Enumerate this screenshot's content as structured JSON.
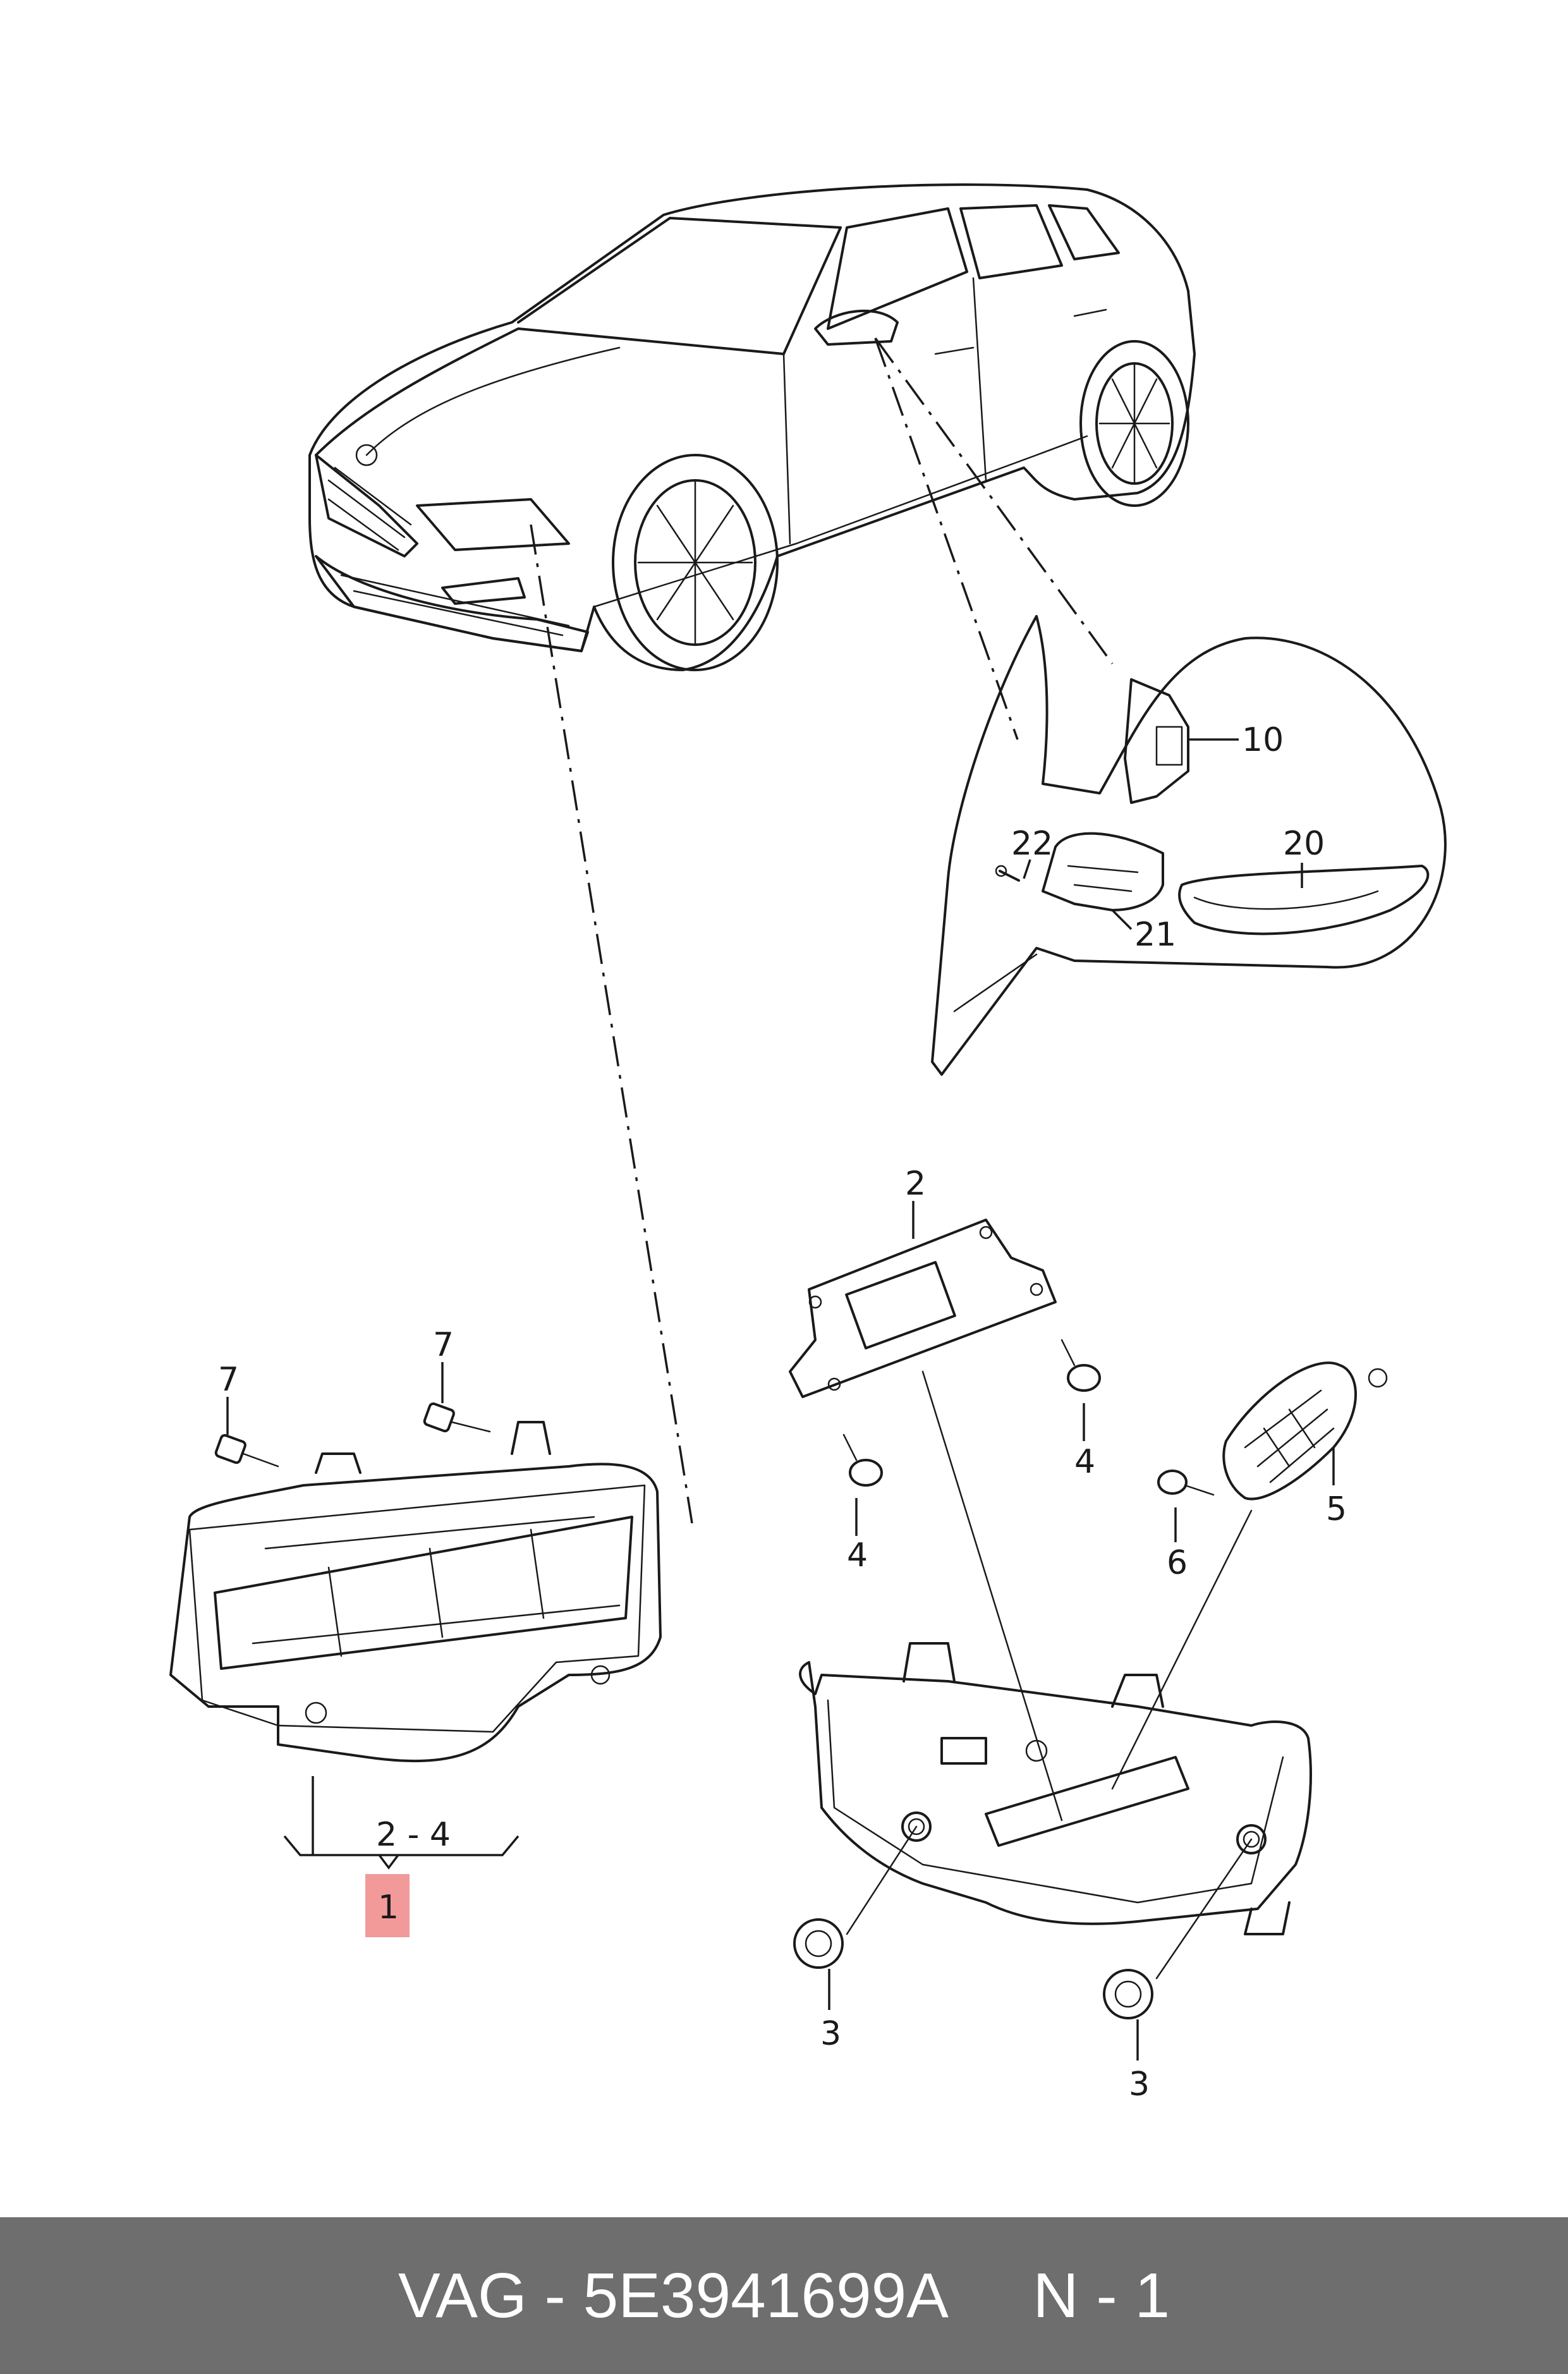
{
  "callouts": {
    "c1": "1",
    "c2_4": "2 - 4",
    "c2": "2",
    "c3a": "3",
    "c3b": "3",
    "c4a": "4",
    "c4b": "4",
    "c5": "5",
    "c6": "6",
    "c7a": "7",
    "c7b": "7",
    "c10": "10",
    "c20": "20",
    "c21": "21",
    "c22": "22"
  },
  "highlighted_part": "1",
  "footer": {
    "brand": "VAG",
    "part_number": "5E3941699A",
    "qty": "N - 1",
    "text": "VAG - 5E3941699A     N - 1"
  },
  "colors": {
    "highlight": "#f29a9a",
    "footer_bg": "#6e6e6e",
    "footer_text": "#ffffff",
    "line": "#1a1a1a"
  }
}
